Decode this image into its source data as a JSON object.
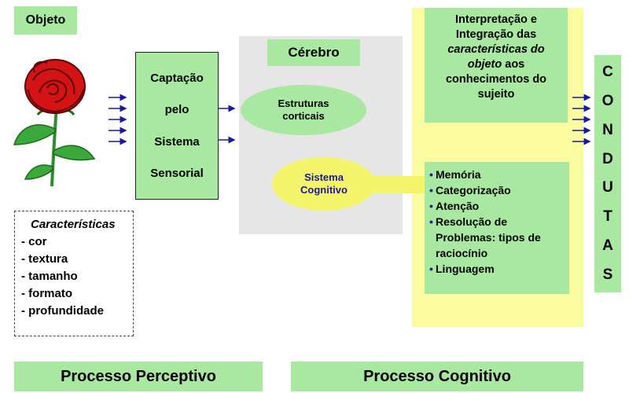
{
  "objeto": "Objeto",
  "captacao": [
    "Captação",
    "pelo",
    "Sistema",
    "Sensorial"
  ],
  "cerebro": "Cérebro",
  "estruturas": [
    "Estruturas",
    "corticais"
  ],
  "sistema_cognitivo": [
    "Sistema",
    "Cognitivo"
  ],
  "interpretacao": {
    "line1": "Interpretação e",
    "line2": "Integração das",
    "line3": "características do",
    "line4_em": "objeto",
    "line4_rest": " aos",
    "line5": "conhecimentos do",
    "line6": "sujeito"
  },
  "cognitive_items": [
    "Memória",
    "Categorização",
    "Atenção",
    "Resolução de Problemas: tipos de raciocínio",
    "Linguagem"
  ],
  "condutas": [
    "C",
    "O",
    "N",
    "D",
    "U",
    "T",
    "A",
    "S"
  ],
  "caracteristicas": {
    "title": "Características",
    "items": [
      "- cor",
      "- textura",
      "- tamanho",
      "- formato",
      "- profundidade"
    ]
  },
  "processo_perceptivo": "Processo Perceptivo",
  "processo_cognitivo": "Processo Cognitivo",
  "colors": {
    "green": "#a8e8a0",
    "gray": "#e6e6e6",
    "yellow": "#f4f46a",
    "light_yellow": "#fbfba0",
    "arrow": "#1a1a9c"
  }
}
